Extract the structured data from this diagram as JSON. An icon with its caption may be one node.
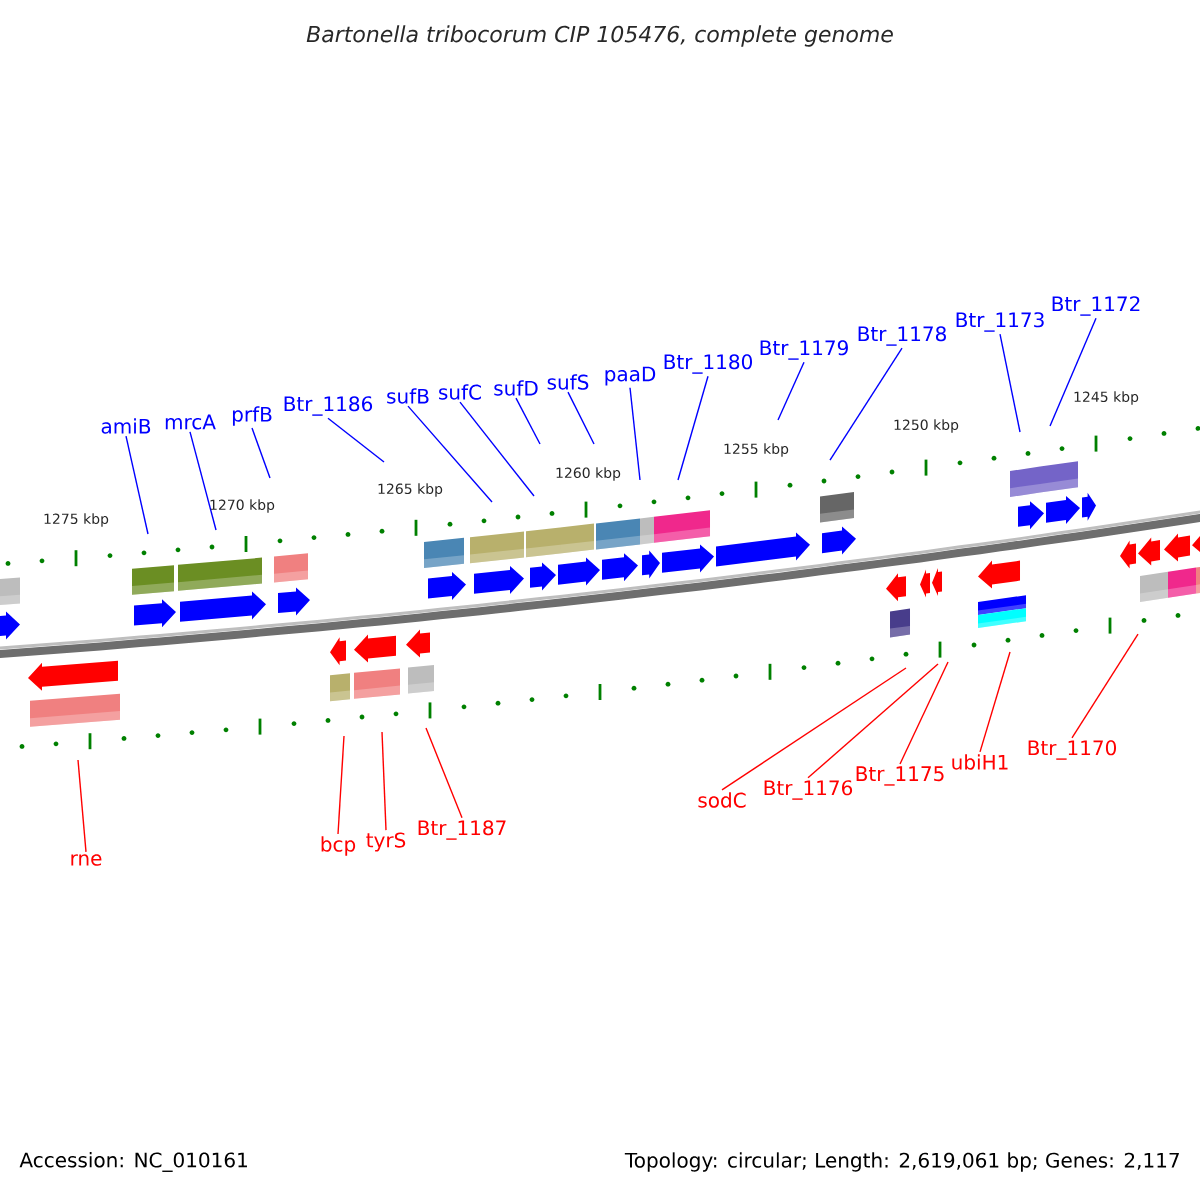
{
  "diagram": {
    "title": "Bartonella tribocorum CIP 105476, complete genome",
    "nodes": [
      {
        "text": [
          "amiB"
        ]
      },
      {
        "text": [
          "mrcA"
        ]
      },
      {
        "text": [
          "prfB"
        ]
      },
      {
        "text": [
          "Btr_1186"
        ]
      },
      {
        "text": [
          "sufB"
        ]
      },
      {
        "text": [
          "sufC"
        ]
      },
      {
        "text": [
          "sufD"
        ]
      },
      {
        "text": [
          "sufS"
        ]
      },
      {
        "text": [
          "paaD"
        ]
      },
      {
        "text": [
          "Btr_1180"
        ]
      },
      {
        "text": [
          "Btr_1179"
        ]
      },
      {
        "text": [
          "Btr_1178"
        ]
      },
      {
        "text": [
          "Btr_1173"
        ]
      },
      {
        "text": [
          "Btr_1172"
        ]
      },
      {
        "text": [
          "rne"
        ]
      },
      {
        "text": [
          "bcp"
        ]
      },
      {
        "text": [
          "tyrS"
        ]
      },
      {
        "text": [
          "Btr_1187"
        ]
      },
      {
        "text": [
          "sodC"
        ]
      },
      {
        "text": [
          "Btr_1176"
        ]
      },
      {
        "text": [
          "Btr_1175"
        ]
      },
      {
        "text": [
          "ubiH1"
        ]
      },
      {
        "text": [
          "Btr_1170"
        ]
      }
    ],
    "edges": [
      {
        "from": 0,
        "to": null,
        "arrow": "none"
      },
      {
        "from": 1,
        "to": null,
        "arrow": "none"
      },
      {
        "from": 2,
        "to": null,
        "arrow": "none"
      },
      {
        "from": 3,
        "to": null,
        "arrow": "none"
      },
      {
        "from": 4,
        "to": null,
        "arrow": "none"
      },
      {
        "from": 5,
        "to": null,
        "arrow": "none"
      },
      {
        "from": 6,
        "to": null,
        "arrow": "none"
      },
      {
        "from": 7,
        "to": null,
        "arrow": "none"
      },
      {
        "from": 8,
        "to": null,
        "arrow": "none"
      },
      {
        "from": 9,
        "to": null,
        "arrow": "none"
      },
      {
        "from": 10,
        "to": null,
        "arrow": "none"
      },
      {
        "from": 11,
        "to": null,
        "arrow": "none"
      },
      {
        "from": 12,
        "to": null,
        "arrow": "none"
      },
      {
        "from": 13,
        "to": null,
        "arrow": "none"
      },
      {
        "from": 14,
        "to": null,
        "arrow": "none",
        "color": "#ff0000"
      },
      {
        "from": 15,
        "to": null,
        "arrow": "none",
        "color": "#ff0000"
      },
      {
        "from": 16,
        "to": null,
        "arrow": "none",
        "color": "#ff0000"
      },
      {
        "from": 17,
        "to": null,
        "arrow": "none",
        "color": "#ff0000"
      },
      {
        "from": 18,
        "to": null,
        "arrow": "none",
        "color": "#ff0000"
      },
      {
        "from": 19,
        "to": null,
        "arrow": "none",
        "color": "#ff0000"
      },
      {
        "from": 20,
        "to": null,
        "arrow": "none",
        "color": "#ff0000"
      },
      {
        "from": 21,
        "to": null,
        "arrow": "none",
        "color": "#ff0000"
      },
      {
        "from": 22,
        "to": null,
        "arrow": "none",
        "color": "#ff0000"
      }
    ],
    "labels": [
      "1275 kbp",
      "1270 kbp",
      "1265 kbp",
      "1260 kbp",
      "1255 kbp",
      "1250 kbp",
      "1245 kbp",
      "Accession: NC_010161",
      "Topology: circular; Length: 2,619,061 bp; Genes: 2,117"
    ]
  }
}
